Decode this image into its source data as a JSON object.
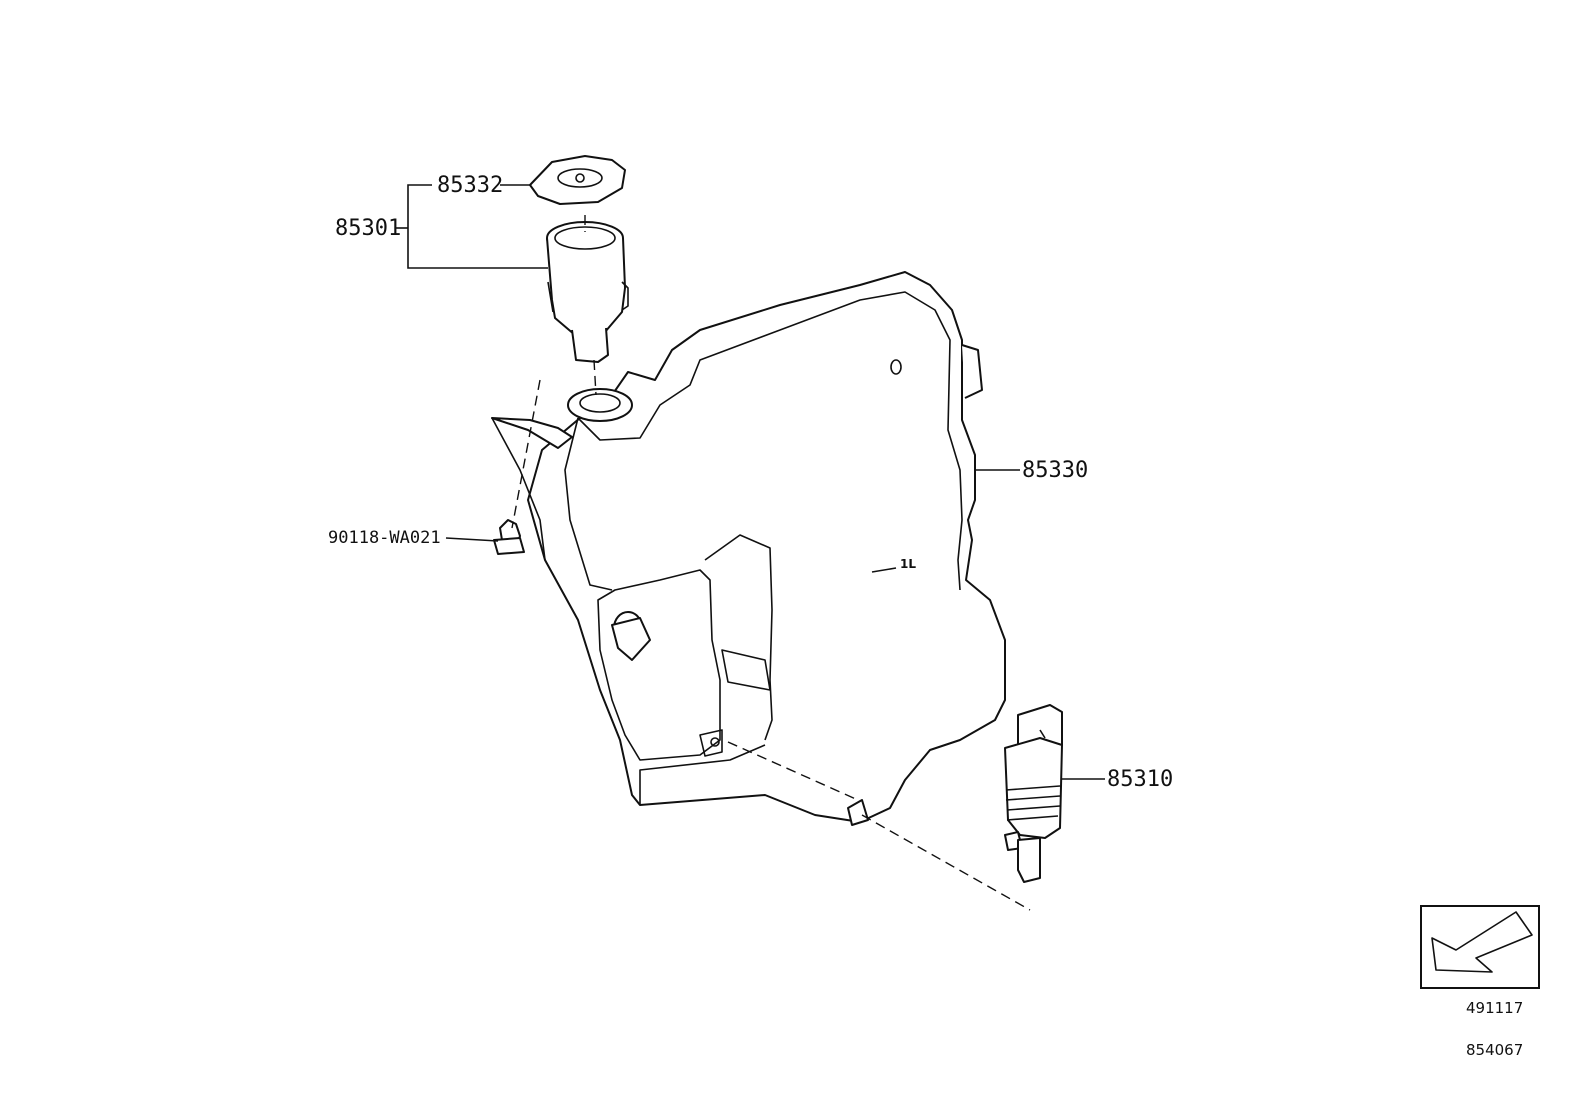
{
  "parts": {
    "assembly_inlet": "85301",
    "cap": "85332",
    "tank": "85330",
    "clip": "90118-WA021",
    "pump": "85310"
  },
  "tank_level_mark": "1L",
  "reference": {
    "view_code": "491117",
    "diagram_code": "854067"
  },
  "icons": {
    "view_arrow": "arrow-icon"
  }
}
